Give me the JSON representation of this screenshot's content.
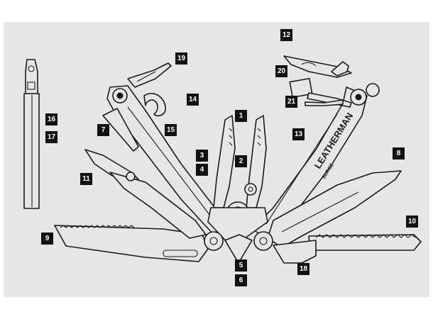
{
  "colors": {
    "panel": "#e6e6e6",
    "line": "#1a1a1a",
    "label_bg": "#111111",
    "label_text": "#ffffff"
  },
  "brand": {
    "name": "LEATHERMAN",
    "model": "SURGE"
  },
  "labels": [
    "1",
    "2",
    "3",
    "4",
    "5",
    "6",
    "7",
    "8",
    "9",
    "10",
    "11",
    "12",
    "13",
    "14",
    "15",
    "16",
    "17",
    "18",
    "19",
    "20",
    "21"
  ]
}
